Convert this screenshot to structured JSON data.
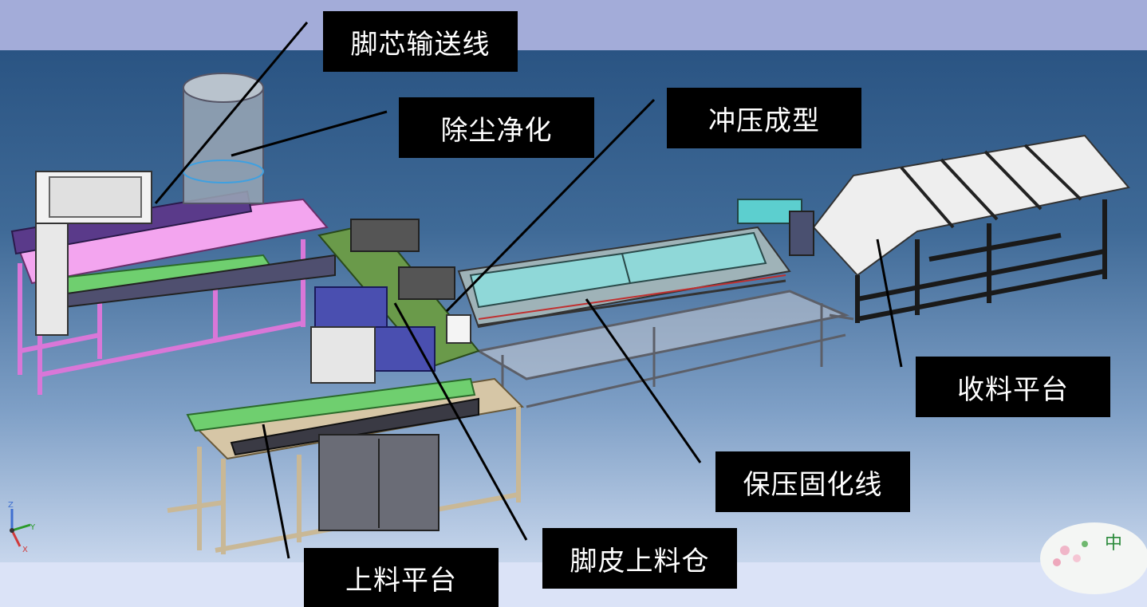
{
  "labels": {
    "core_conveyor": "脚芯输送线",
    "dust_removal": "除尘净化",
    "stamping": "冲压成型",
    "collection_platform": "收料平台",
    "pressure_curing": "保压固化线",
    "skin_hopper": "脚皮上料仓",
    "loading_platform": "上料平台"
  },
  "colors": {
    "top_band": "#a3acd9",
    "label_bg": "#000000",
    "label_text": "#ffffff",
    "leader_line": "#000000",
    "pink_frame": "#d977d8",
    "beige_frame": "#d6c6a6",
    "grey_frame": "#c8ccd6",
    "teal_plate": "#8fd8d8",
    "green_belt": "#6fcf6f",
    "blue_motor": "#4a4fb0"
  },
  "icons": {
    "axis_triad": "xyz-axis-icon",
    "logo": "flower-logo"
  },
  "axis": {
    "x": "X",
    "y": "Y",
    "z": "Z"
  },
  "logo_text": "中"
}
